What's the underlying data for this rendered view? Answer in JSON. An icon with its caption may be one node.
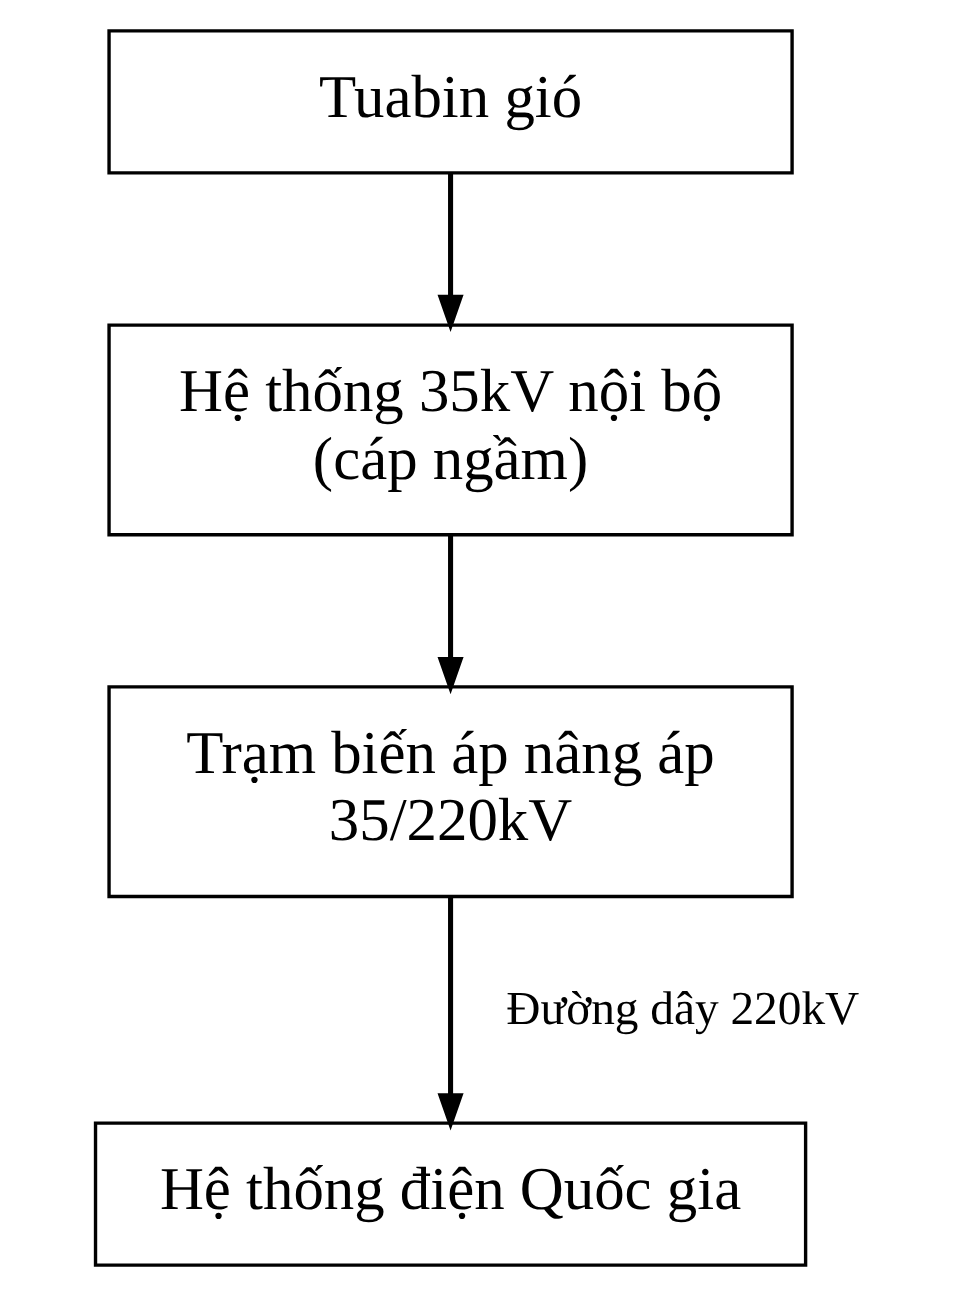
{
  "diagram": {
    "nodes": [
      {
        "text": [
          "Tuabin gió"
        ]
      },
      {
        "text": [
          "Hệ thống 35kV nội bộ (cáp ngầm)"
        ]
      },
      {
        "text": [
          "Trạm biến áp nâng áp 35/220kV"
        ]
      },
      {
        "text": [
          "Hệ thống điện Quốc gia"
        ]
      }
    ],
    "edges": [
      {
        "from": 0,
        "to": 1,
        "arrow": "to"
      },
      {
        "from": 1,
        "to": 2,
        "arrow": "to"
      },
      {
        "from": 2,
        "to": 3,
        "arrow": "to",
        "label": "Đường dây 220kV"
      }
    ]
  }
}
